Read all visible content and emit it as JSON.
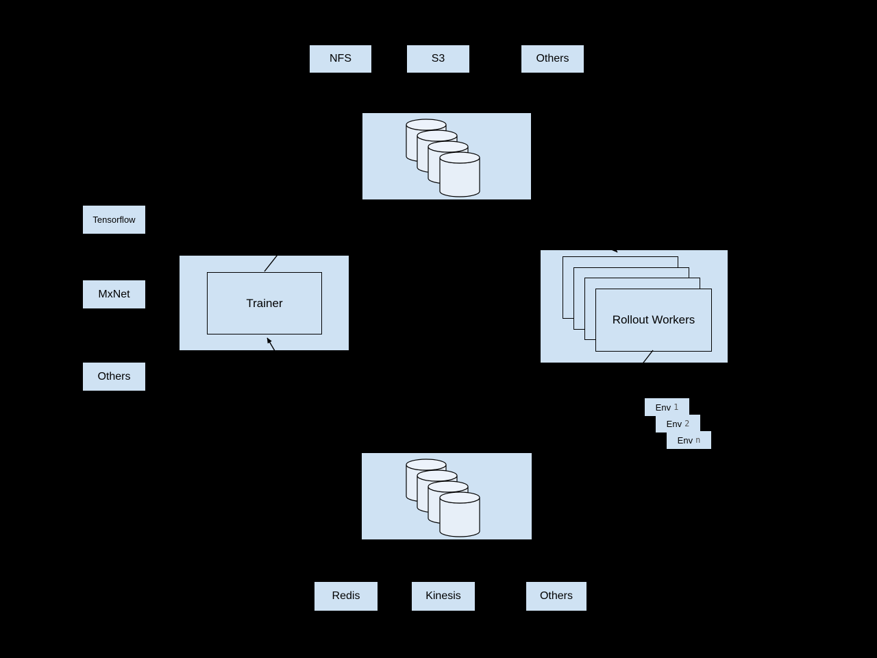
{
  "canvas": {
    "background": "#000000"
  },
  "colors": {
    "node_fill": "#cfe2f3",
    "cylinder_body": "#e7eff8",
    "cylinder_top": "#edf3fb",
    "outline": "#000000",
    "env_index_color": "#555555"
  },
  "top_storage_row": {
    "items": [
      {
        "label": "NFS"
      },
      {
        "label": "S3"
      },
      {
        "label": "Others"
      }
    ]
  },
  "top_datastore": {
    "icon": "database-stack-icon",
    "cylinder_count": 4
  },
  "framework_column": {
    "items": [
      {
        "label": "Tensorflow"
      },
      {
        "label": "MxNet"
      },
      {
        "label": "Others"
      }
    ]
  },
  "trainer_node": {
    "label": "Trainer"
  },
  "rollout_workers_node": {
    "label": "Rollout Workers",
    "stack_count": 4
  },
  "env_nodes": {
    "items": [
      {
        "label": "Env",
        "index": "1"
      },
      {
        "label": "Env",
        "index": "2"
      },
      {
        "label": "Env",
        "index": "n"
      }
    ]
  },
  "bottom_datastore": {
    "icon": "database-stack-icon",
    "cylinder_count": 4
  },
  "bottom_storage_row": {
    "items": [
      {
        "label": "Redis"
      },
      {
        "label": "Kinesis"
      },
      {
        "label": "Others"
      }
    ]
  }
}
